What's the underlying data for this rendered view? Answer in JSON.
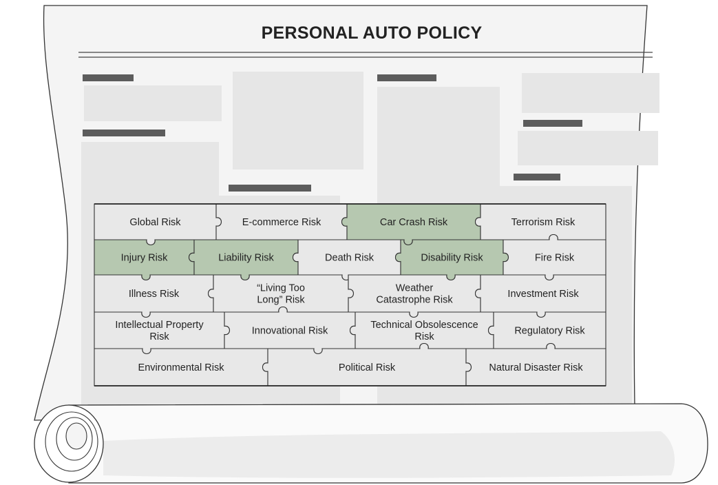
{
  "title": "PERSONAL AUTO POLICY",
  "colors": {
    "highlight": "#b6c8b0",
    "piece": "#e8e8e8",
    "paper": "#f4f4f4",
    "block": "#e6e6e6",
    "bar": "#5c5c5c",
    "outline": "#333333"
  },
  "puzzle_rows": [
    [
      {
        "lines": [
          "Global Risk"
        ],
        "highlighted": false
      },
      {
        "lines": [
          "E-commerce Risk"
        ],
        "highlighted": false
      },
      {
        "lines": [
          "Car Crash Risk"
        ],
        "highlighted": true
      },
      {
        "lines": [
          "Terrorism Risk"
        ],
        "highlighted": false
      }
    ],
    [
      {
        "lines": [
          "Injury Risk"
        ],
        "highlighted": true
      },
      {
        "lines": [
          "Liability Risk"
        ],
        "highlighted": true
      },
      {
        "lines": [
          "Death Risk"
        ],
        "highlighted": false
      },
      {
        "lines": [
          "Disability Risk"
        ],
        "highlighted": true
      },
      {
        "lines": [
          "Fire Risk"
        ],
        "highlighted": false
      }
    ],
    [
      {
        "lines": [
          "Illness Risk"
        ],
        "highlighted": false
      },
      {
        "lines": [
          "“Living Too",
          "Long” Risk"
        ],
        "highlighted": false
      },
      {
        "lines": [
          "Weather",
          "Catastrophe Risk"
        ],
        "highlighted": false
      },
      {
        "lines": [
          "Investment Risk"
        ],
        "highlighted": false
      }
    ],
    [
      {
        "lines": [
          "Intellectual Property",
          "Risk"
        ],
        "highlighted": false
      },
      {
        "lines": [
          "Innovational Risk"
        ],
        "highlighted": false
      },
      {
        "lines": [
          "Technical Obsolescence",
          "Risk"
        ],
        "highlighted": false
      },
      {
        "lines": [
          "Regulatory Risk"
        ],
        "highlighted": false
      }
    ],
    [
      {
        "lines": [
          "Environmental Risk"
        ],
        "highlighted": false
      },
      {
        "lines": [
          "Political Risk"
        ],
        "highlighted": false
      },
      {
        "lines": [
          "Natural Disaster Risk"
        ],
        "highlighted": false
      }
    ]
  ]
}
